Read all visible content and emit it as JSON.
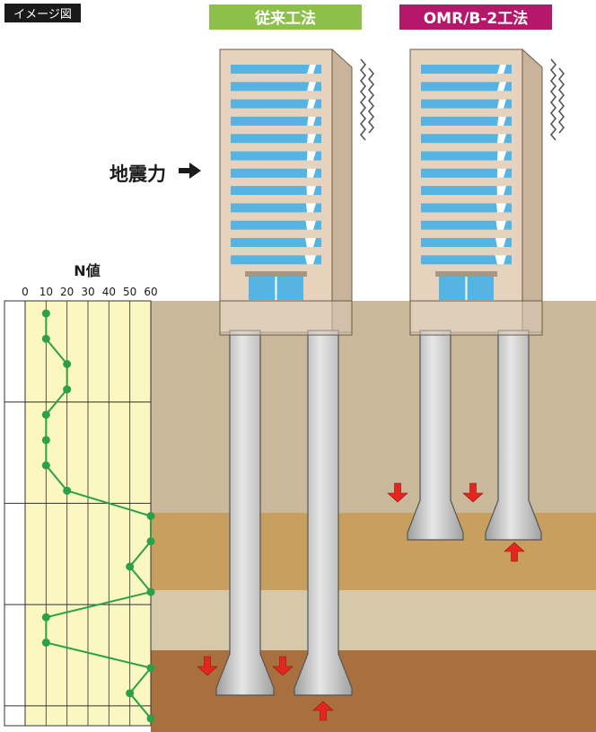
{
  "image_label": "イメージ図",
  "conventional": {
    "title": "従来工法",
    "color": "#8cc04b"
  },
  "omr": {
    "title": "OMR/B-2工法",
    "color": "#b5186b"
  },
  "force_label": "地震力",
  "chart_data": {
    "type": "line",
    "title": "N値",
    "xlabel": "",
    "ylabel": "",
    "xlim": [
      0,
      60
    ],
    "x_ticks": [
      "0",
      "10",
      "20",
      "30",
      "40",
      "50",
      "60"
    ],
    "values": [
      10,
      10,
      20,
      20,
      10,
      10,
      10,
      20,
      60,
      60,
      50,
      60,
      10,
      10,
      60,
      50,
      60
    ],
    "line_color": "#2aa047",
    "background": "#fbf7c0",
    "grid": true
  },
  "soil_colors": [
    "#c9b99a",
    "#c99f5f",
    "#d6c9a9",
    "#a9703f"
  ],
  "building_colors": {
    "facade": "#e7d3bd",
    "window": "#55b4e2",
    "pile": "#bdbdbd",
    "arrow": "#e5261f"
  }
}
